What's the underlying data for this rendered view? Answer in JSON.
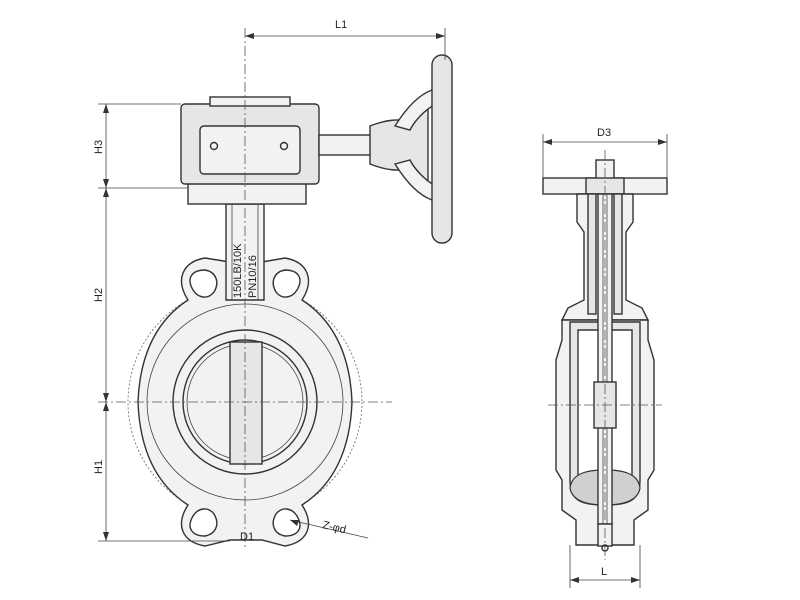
{
  "dimensions": {
    "l1": "L1",
    "h3": "H3",
    "h2": "H2",
    "h1": "H1",
    "d1": "D1",
    "d3": "D3",
    "l": "L",
    "bolt_holes": "Z-φd"
  },
  "body_marking": {
    "line1": "150LB/10K",
    "line2": "PN10/16"
  },
  "colors": {
    "line": "#333333",
    "fill": "#e6e6e6",
    "background": "#ffffff"
  }
}
